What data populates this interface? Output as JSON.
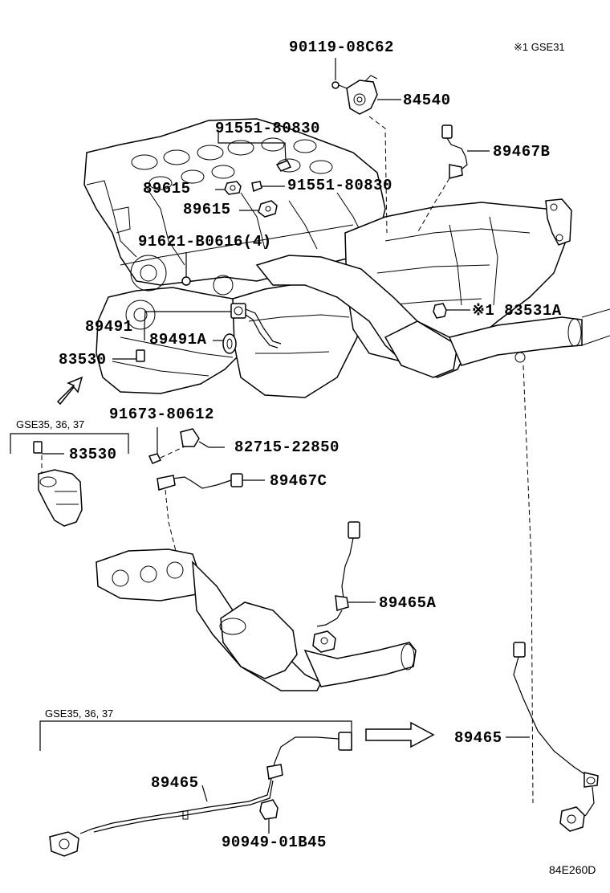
{
  "note_top": "※1 GSE31",
  "drawing_code": "84E260D",
  "parts": {
    "p90119": "90119-08C62",
    "p84540": "84540",
    "p91551a": "91551-80830",
    "p89467B": "89467B",
    "p89615a": "89615",
    "p91551b": "91551-80830",
    "p89615b": "89615",
    "p91621": "91621-B0616(4)",
    "p83531A": "※1 83531A",
    "p89491": "89491",
    "p89491A": "89491A",
    "p83530a": "83530",
    "p83530b": "83530",
    "p91673": "91673-80612",
    "p82715": "82715-22850",
    "p89467C": "89467C",
    "p89465A": "89465A",
    "p89465a": "89465",
    "p89465b": "89465",
    "p90949": "90949-01B45"
  },
  "groups": {
    "gse_a": "GSE35, 36, 37",
    "gse_b": "GSE35, 36, 37"
  }
}
